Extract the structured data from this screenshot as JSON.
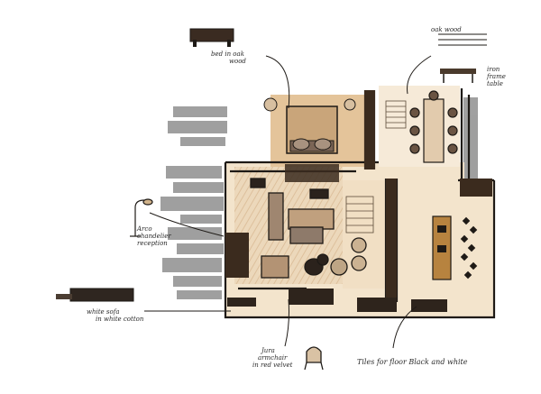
{
  "annotations": {
    "bed_note_line1": "bed in oak",
    "bed_note_line2": "wood",
    "oak_wood_note": "oak wood",
    "dining_note_line1": "iron",
    "dining_note_line2": "frame",
    "dining_note_line3": "table",
    "lamp_note_line1": "Arco",
    "lamp_note_line2": "chandelier",
    "lamp_note_line3": "reception",
    "sofa_note_line1": "white sofa",
    "sofa_note_line2": "in white cotton",
    "armchair_note_line1": "Jura",
    "armchair_note_line2": "armchair",
    "armchair_note_line3": "in red velvet",
    "floor_note": "Tiles for floor Black and white"
  },
  "colors": {
    "ink": "#1e1a16",
    "beige": "#d9b98e",
    "light_beige": "#efdcbf",
    "gray_marker": "#8d8d8d",
    "brown": "#6b4a2e"
  }
}
